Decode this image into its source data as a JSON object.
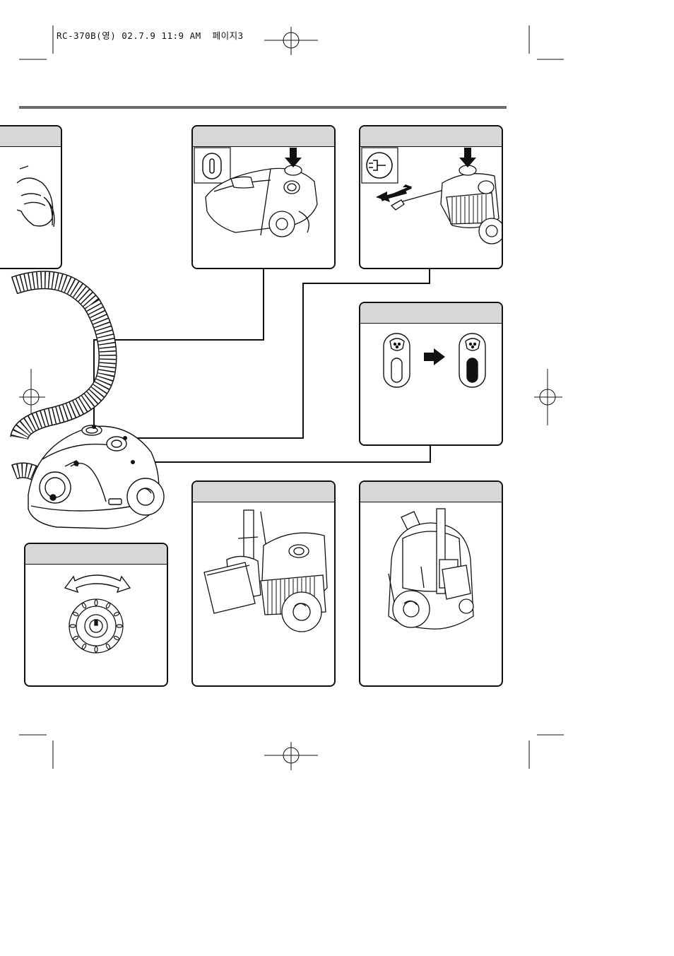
{
  "print_slug": "RC-370B(영) 02.7.9 11:9 AM  페이지3",
  "panels": [
    {
      "id": "hand-grip"
    },
    {
      "id": "power-switch"
    },
    {
      "id": "cord-rewind"
    },
    {
      "id": "bag-indicator"
    },
    {
      "id": "suction-dial"
    },
    {
      "id": "parking-nozzle"
    },
    {
      "id": "vertical-storage"
    }
  ]
}
